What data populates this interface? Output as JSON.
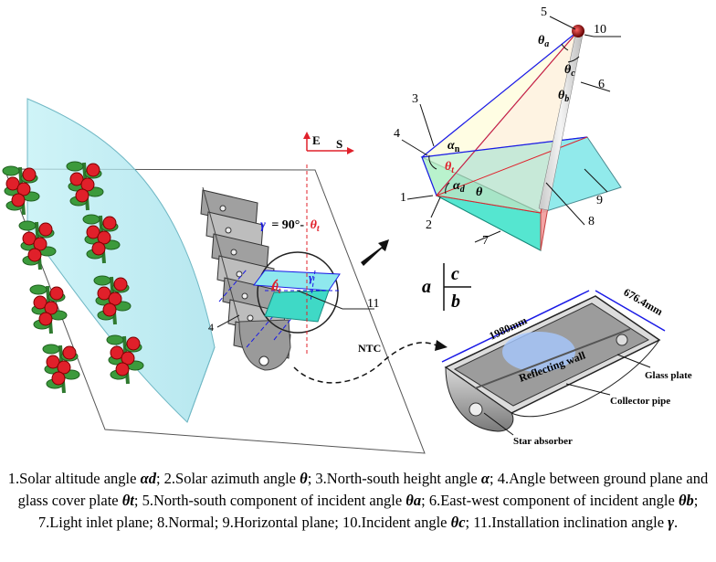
{
  "compass": {
    "east": "E",
    "south": "S"
  },
  "labels": {
    "gamma_eq": "= 90°-",
    "ntc": "NTC",
    "dim_length": "1980mm",
    "dim_width": "676.4mm",
    "reflecting_wall": "Reflecting wall",
    "glass_plate": "Glass plate",
    "collector_pipe": "Collector pipe",
    "star_absorber": "Star absorber"
  },
  "greek": {
    "gamma": "γ",
    "theta_t": "θ",
    "theta": "θ",
    "theta_a": "θ",
    "theta_b": "θ",
    "theta_c": "θ",
    "alpha_n": "α",
    "alpha_d": "α",
    "sub_t": "t",
    "sub_a": "a",
    "sub_b": "b",
    "sub_c": "c",
    "sub_n": "n",
    "sub_d": "d"
  },
  "numbers": [
    "1",
    "2",
    "3",
    "4",
    "5",
    "6",
    "7",
    "8",
    "9",
    "10",
    "11",
    "4"
  ],
  "key": {
    "a": "a",
    "b": "b",
    "c": "c"
  },
  "caption": {
    "line1": "1.Solar altitude angle ",
    "v1": "αd",
    "line2": "; 2.Solar azimuth angle ",
    "v2": "θ",
    "line3": "; 3.North-south height angle ",
    "v3": "α",
    "line4": "; 4.Angle between ground plane and glass cover plate ",
    "v4": "θt",
    "line5": "; 5.North-south component of incident angle ",
    "v5": "θa",
    "line6": "; 6.East-west component of incident angle ",
    "v6": "θb",
    "line7": "; 7.Light inlet plane; 8.Normal; 9.Horizontal plane; 10.Incident angle ",
    "v7": "θc",
    "line8": "; 11.Installation inclination angle ",
    "v8": "γ",
    "line9": "."
  },
  "colors": {
    "glass": "#a8e6ef",
    "cyan": "#5fe3d6",
    "pink": "#f08c8c",
    "red": "#e0202a",
    "blue": "#1a1ae6",
    "gray": "#8a8a8a"
  }
}
